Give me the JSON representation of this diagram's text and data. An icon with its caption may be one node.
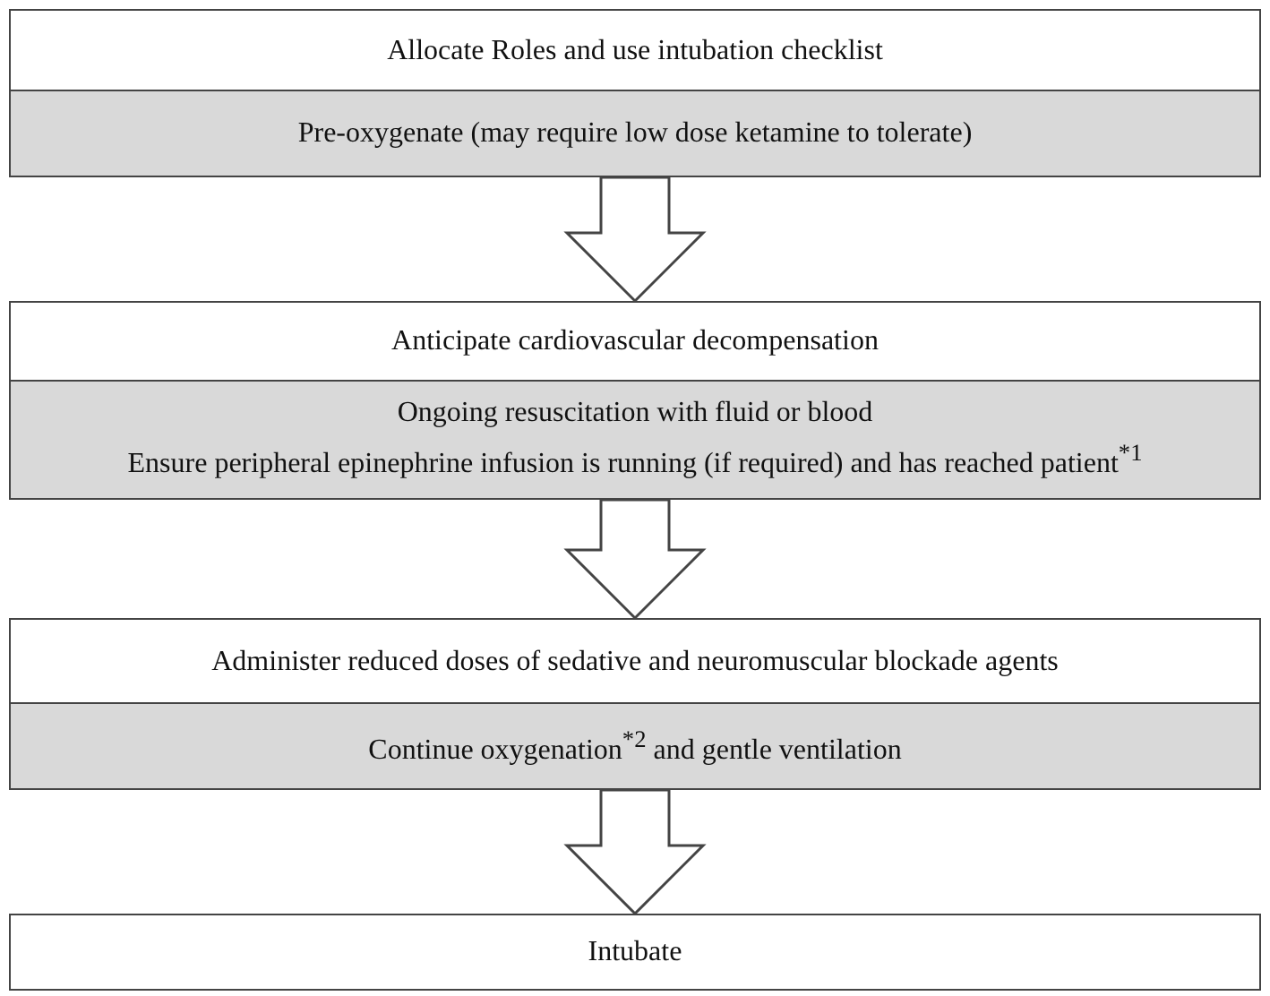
{
  "diagram": {
    "nodes": [
      {
        "text": [
          "Allocate Roles and use intubation checklist"
        ]
      },
      {
        "text": [
          "Pre-oxygenate (may require low dose ketamine to tolerate)"
        ],
        "in": 0
      },
      {
        "text": [
          "Anticipate cardiovascular decompensation"
        ]
      },
      {
        "text": [
          "Ongoing resuscitation with fluid or blood",
          "Ensure peripheral epinephrine infusion is running (if required) and has reached patient$^{*1}$"
        ],
        "in": 2
      },
      {
        "text": [
          "Administer reduced doses of sedative and neuromuscular blockade agents"
        ]
      },
      {
        "text": [
          "Continue oxygenation$^{*2}$ and gentle ventilation"
        ],
        "in": 4
      },
      {
        "text": [
          "Intubate"
        ]
      }
    ],
    "edges": [
      {
        "from": 0,
        "to": 2,
        "arrow": "to"
      },
      {
        "from": 2,
        "to": 4,
        "arrow": "to"
      },
      {
        "from": 4,
        "to": 6,
        "arrow": "to"
      }
    ]
  }
}
